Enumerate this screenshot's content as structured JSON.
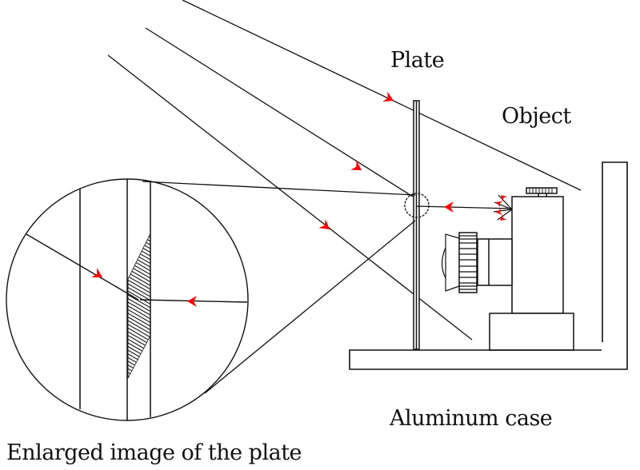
{
  "diagram": {
    "title": "Holographic recording setup with aluminum case",
    "labels": {
      "plate": "Plate",
      "object": "Object",
      "case": "Aluminum case",
      "enlarged": "Enlarged image of the plate"
    },
    "colors": {
      "line": "#111111",
      "arrow": "#ff0000",
      "background": "#ffffff"
    },
    "components": [
      {
        "name": "reference-beam-rays",
        "count": 3,
        "direction": "down-right toward plate"
      },
      {
        "name": "photographic-plate",
        "orientation": "vertical"
      },
      {
        "name": "object-beam",
        "direction": "from object toward plate"
      },
      {
        "name": "object",
        "note": "box with knurled knob on top, scattering rays"
      },
      {
        "name": "camera-lens",
        "note": "lens with knurled ring attached to object"
      },
      {
        "name": "aluminum-case",
        "note": "L-shaped base and wall"
      },
      {
        "name": "magnifier-circle",
        "note": "enlarged view of plate showing interference fringes (hatched region)"
      }
    ]
  }
}
